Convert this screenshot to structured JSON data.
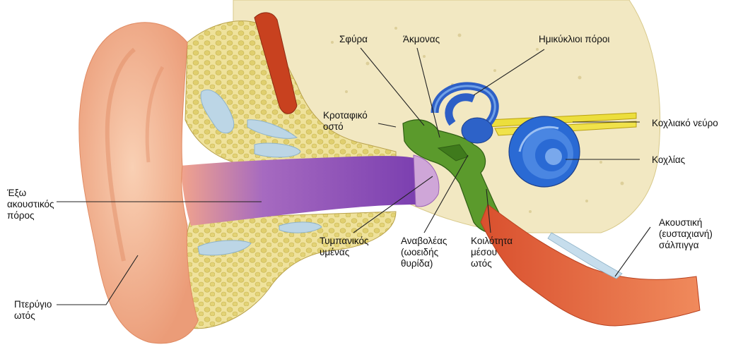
{
  "labels": {
    "hammer": "Σφύρα",
    "anvil": "Άκμονας",
    "semicircular_canals": "Ημικύκλιοι πόροι",
    "temporal_bone": "Κροταφικό\nοστό",
    "cochlear_nerve": "Κοχλιακό νεύρο",
    "cochlea": "Κοχλίας",
    "external_canal": "Έξω\nακουστικός\nπόρος",
    "eustachian_tube": "Ακουστική\n(ευσταχιανή)\nσάλπιγγα",
    "eardrum": "Τυμπανικός\nυμένας",
    "stirrup": "Αναβολέας\n(ωοειδής\nθυρίδα)",
    "middle_ear_cavity": "Κοιλότητα\nμέσου\nωτός",
    "pinna": "Πτερύγιο\nωτός"
  },
  "colors": {
    "skin": "#f0a582",
    "skin_light": "#f7c6a8",
    "bone": "#f1e6bc",
    "bone_spongy": "#eadc86",
    "canal": "#8a4fb8",
    "ossicles": "#4f8a2a",
    "inner_ear": "#2d6fd0",
    "nerve": "#e8df3a",
    "muscle": "#c83d1e",
    "tube": "#e8603c",
    "fluid": "#bcd6e6"
  }
}
